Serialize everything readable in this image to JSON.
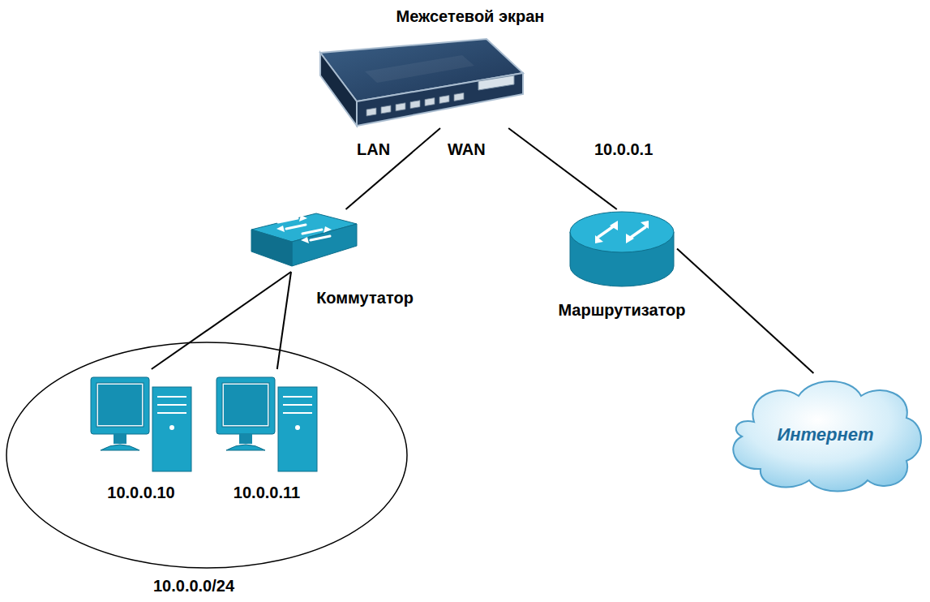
{
  "diagram": {
    "nodes": [
      {
        "text": [
          "Межсетевой экран"
        ]
      },
      {
        "text": [
          "Коммутатор"
        ]
      },
      {
        "text": [
          "Маршрутизатор"
        ]
      },
      {
        "text": [
          "10.0.0.0/24"
        ]
      },
      {
        "text": [
          "10.0.0.10"
        ],
        "in": 3
      },
      {
        "text": [
          "10.0.0.11"
        ],
        "in": 3
      },
      {
        "text": [
          "Интернет"
        ]
      }
    ],
    "edges": [
      {
        "from": 0,
        "to": 1,
        "arrow": "none"
      },
      {
        "from": 0,
        "to": 2,
        "arrow": "none"
      },
      {
        "from": 1,
        "to": 4,
        "arrow": "none"
      },
      {
        "from": 1,
        "to": 5,
        "arrow": "none"
      },
      {
        "from": 2,
        "to": 6,
        "arrow": "none"
      }
    ],
    "labels": [
      "LAN",
      "WAN",
      "10.0.0.1"
    ]
  }
}
